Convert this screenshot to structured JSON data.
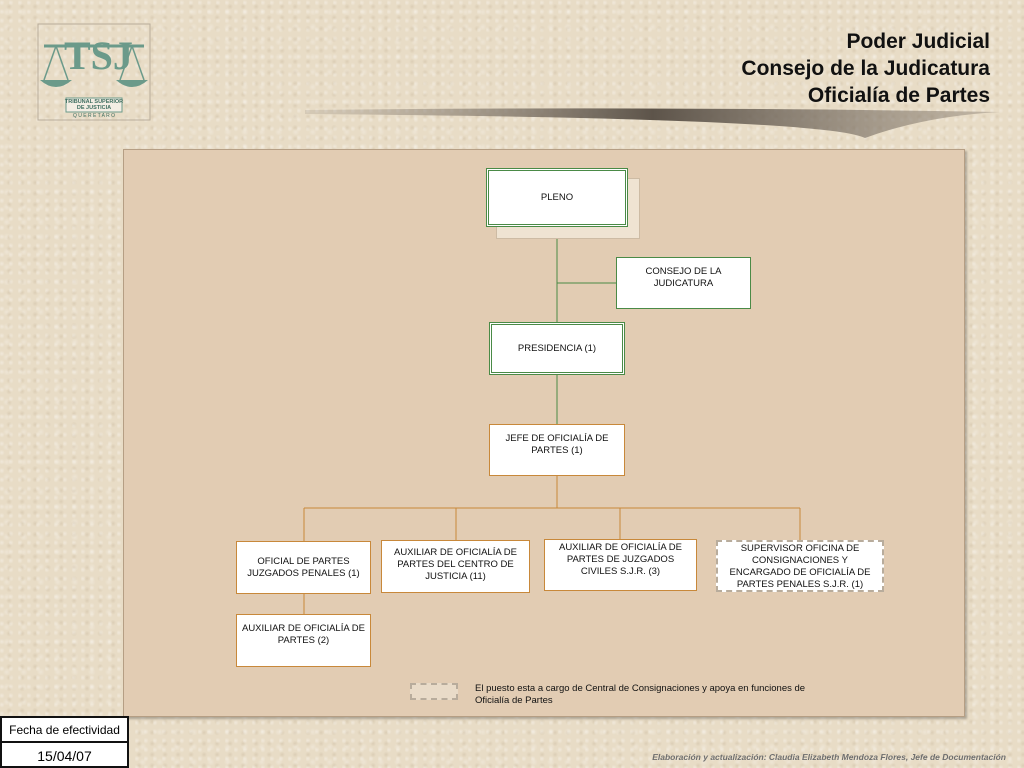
{
  "header": {
    "line1": "Poder Judicial",
    "line2": "Consejo de la Judicatura",
    "line3": "Oficialía de Partes"
  },
  "logo": {
    "letters": "TSJ",
    "subtitle1": "TRIBUNAL SUPERIOR",
    "subtitle2": "DE JUSTICIA",
    "state": "Q U E R E T A R O",
    "icon": "scales-of-justice-icon"
  },
  "org": {
    "pleno": "PLENO",
    "consejo": "CONSEJO DE LA JUDICATURA",
    "presidencia": "PRESIDENCIA (1)",
    "jefe": "JEFE DE OFICIALÍA DE PARTES (1)",
    "oficial_penales": "OFICIAL DE PARTES JUZGADOS PENALES (1)",
    "auxiliar_centro": "AUXILIAR DE OFICIALÍA DE PARTES DEL CENTRO DE JUSTICIA (11)",
    "auxiliar_civiles": "AUXILIAR DE OFICIALÍA DE PARTES DE JUZGADOS CIVILES S.J.R. (3)",
    "supervisor": "SUPERVISOR OFICINA DE CONSIGNACIONES Y ENCARGADO DE OFICIALÍA DE PARTES PENALES S.J.R. (1)",
    "auxiliar_partes": "AUXILIAR DE OFICIALÍA DE PARTES (2)"
  },
  "legend": {
    "text": "El puesto esta a cargo de Central de Consignaciones y apoya en funciones de Oficialía de Partes"
  },
  "fecha": {
    "label": "Fecha de efectividad",
    "date": "15/04/07"
  },
  "footer": {
    "credit": "Elaboración y actualización: Claudia Elizabeth Mendoza Flores, Jefe de Documentación"
  },
  "colors": {
    "green_line": "#4a8a46",
    "orange_line": "#c8883a",
    "panel": "#e2ccb3"
  }
}
